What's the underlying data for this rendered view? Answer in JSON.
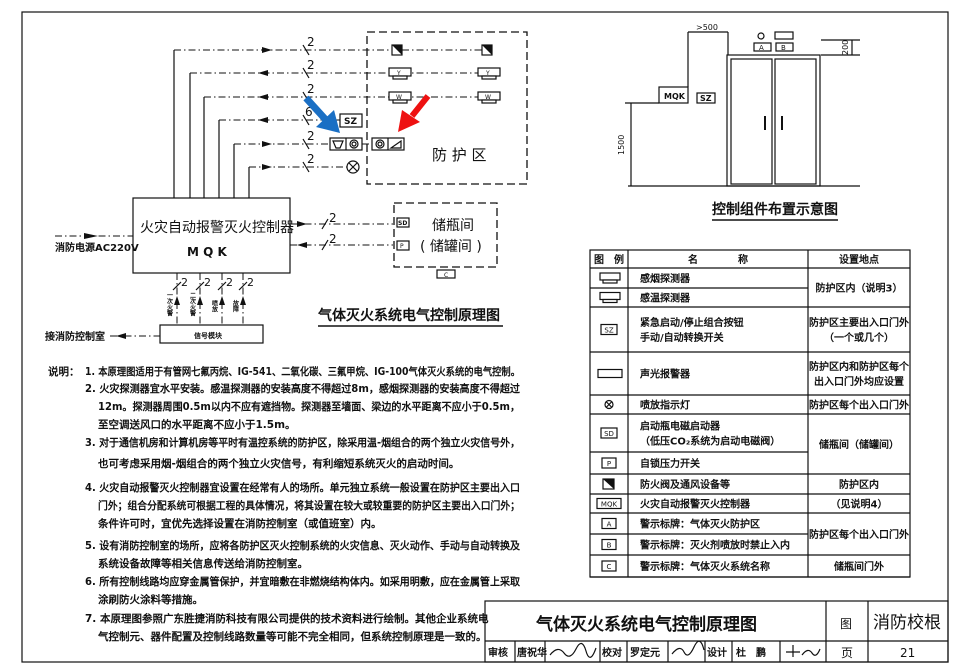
{
  "schematic": {
    "title": "气体灭火系统电气控制原理图",
    "controller_name": "火灾自动报警灭火控制器",
    "controller_code": "M Q K",
    "power_label": "消防电源AC220V",
    "control_room_label": "接消防控制室",
    "signal_module": "信号模块",
    "signal_labels": [
      "一次火警",
      "二次火警",
      "喷放",
      "故障"
    ],
    "protection_zone": "防 护 区",
    "storage_room": "储瓶间",
    "storage_room_alt": "( 储罐间 )",
    "wire_counts": [
      "2",
      "2",
      "2",
      "6",
      "2",
      "2"
    ],
    "storage_wire_counts": [
      "2",
      "2"
    ],
    "signal_wire_counts": [
      "2",
      "2",
      "2",
      "2"
    ],
    "symbols": {
      "smoke": "Y",
      "heat": "W",
      "sz": "SZ",
      "sd": "SD",
      "p": "P",
      "c": "C"
    },
    "arrow_colors": {
      "blue": "#1a6fc4",
      "red": "#ee1111"
    }
  },
  "layout_diagram": {
    "title": "控制组件布置示意图",
    "mqk": "MQK",
    "sz": "SZ",
    "sign_a": "A",
    "sign_b": "B",
    "dim_width": ">500",
    "dim_height": "1500",
    "dim_top": "200"
  },
  "legend": {
    "headers": [
      "图　例",
      "名　　　　称",
      "设置地点"
    ],
    "rows": [
      {
        "symbol": "smoke-detector",
        "name": [
          "感烟探测器"
        ],
        "location": [
          "防护区内（说明3）"
        ]
      },
      {
        "symbol": "heat-detector",
        "name": [
          "感温探测器"
        ],
        "location": []
      },
      {
        "symbol": "SZ",
        "name": [
          "紧急启动/停止组合按钮",
          "手动/自动转换开关"
        ],
        "location": [
          "防护区主要出入口门外",
          "（一个或几个）"
        ]
      },
      {
        "symbol": "audible-visual-alarm",
        "name": [
          "声光报警器"
        ],
        "location": [
          "防护区内和防护区每个",
          "出入口门外均应设置"
        ]
      },
      {
        "symbol": "release-lamp",
        "name": [
          "喷放指示灯"
        ],
        "location": [
          "防护区每个出入口门外"
        ]
      },
      {
        "symbol": "SD",
        "name": [
          "启动瓶电磁启动器",
          "（低压CO₂系统为启动电磁阀）"
        ],
        "location": [
          "储瓶间（储罐间）"
        ]
      },
      {
        "symbol": "P",
        "name": [
          "自锁压力开关"
        ],
        "location": []
      },
      {
        "symbol": "fire-damper",
        "name": [
          "防火阀及通风设备等"
        ],
        "location": [
          "防护区内"
        ]
      },
      {
        "symbol": "MQK",
        "name": [
          "火灾自动报警灭火控制器"
        ],
        "location": [
          "（见说明4）"
        ]
      },
      {
        "symbol": "A",
        "name": [
          "警示标牌：气体灭火防护区"
        ],
        "location": [
          "防护区每个出入口门外"
        ]
      },
      {
        "symbol": "B",
        "name": [
          "警示标牌：灭火剂喷放时禁止入内"
        ],
        "location": []
      },
      {
        "symbol": "C",
        "name": [
          "警示标牌：气体灭火系统名称"
        ],
        "location": [
          "储瓶间门外"
        ]
      }
    ]
  },
  "notes": {
    "label": "说明：",
    "lines": [
      "1. 本原理图适用于有管网七氟丙烷、IG-541、二氧化碳、三氟甲烷、IG-100气体灭火系统的电气控制。",
      "2. 火灾探测器宜水平安装。感温探测器的安装高度不得超过8m，感烟探测器的安装高度不得超过",
      "12m。探测器周围0.5m以内不应有遮挡物。探测器至墙面、梁边的水平距离不应小于0.5m，",
      "至空调送风口的水平距离不应小于1.5m。",
      "3. 对于通信机房和计算机房等平时有温控系统的防护区，除采用温-烟组合的两个独立火灾信号外，",
      "也可考虑采用烟-烟组合的两个独立火灾信号，有利缩短系统灭火的启动时间。",
      "4. 火灾自动报警灭火控制器宜设置在经常有人的场所。单元独立系统一般设置在防护区主要出入口",
      "门外；组合分配系统可根据工程的具体情况，将其设置在较大或较重要的防护区主要出入口门外；",
      "条件许可时，宜优先选择设置在消防控制室（或值班室）内。",
      "5. 设有消防控制室的场所，应将各防护区灭火控制系统的火灾信息、灭火动作、手动与自动转换及",
      "系统设备故障等相关信息传送给消防控制室。",
      "6. 所有控制线路均应穿金属管保护，并宜暗敷在非燃烧结构体内。如采用明敷，应在金属管上采取",
      "涂刷防火涂料等措施。",
      "7. 本原理图参照广东胜捷消防科技有限公司提供的技术资料进行绘制。其他企业系统电",
      "气控制元、器件配置及控制线路数量等可能不完全相同，但系统控制原理是一致的。"
    ]
  },
  "title_block": {
    "title": "气体灭火系统电气控制原理图",
    "fig_label": "图",
    "review_label": "审核",
    "reviewer": "唐祝华",
    "check_label": "校对",
    "checker": "罗定元",
    "design_label": "设计",
    "designer": "杜　鹏",
    "page_label": "页",
    "page": "21",
    "watermark": "消防校根"
  }
}
